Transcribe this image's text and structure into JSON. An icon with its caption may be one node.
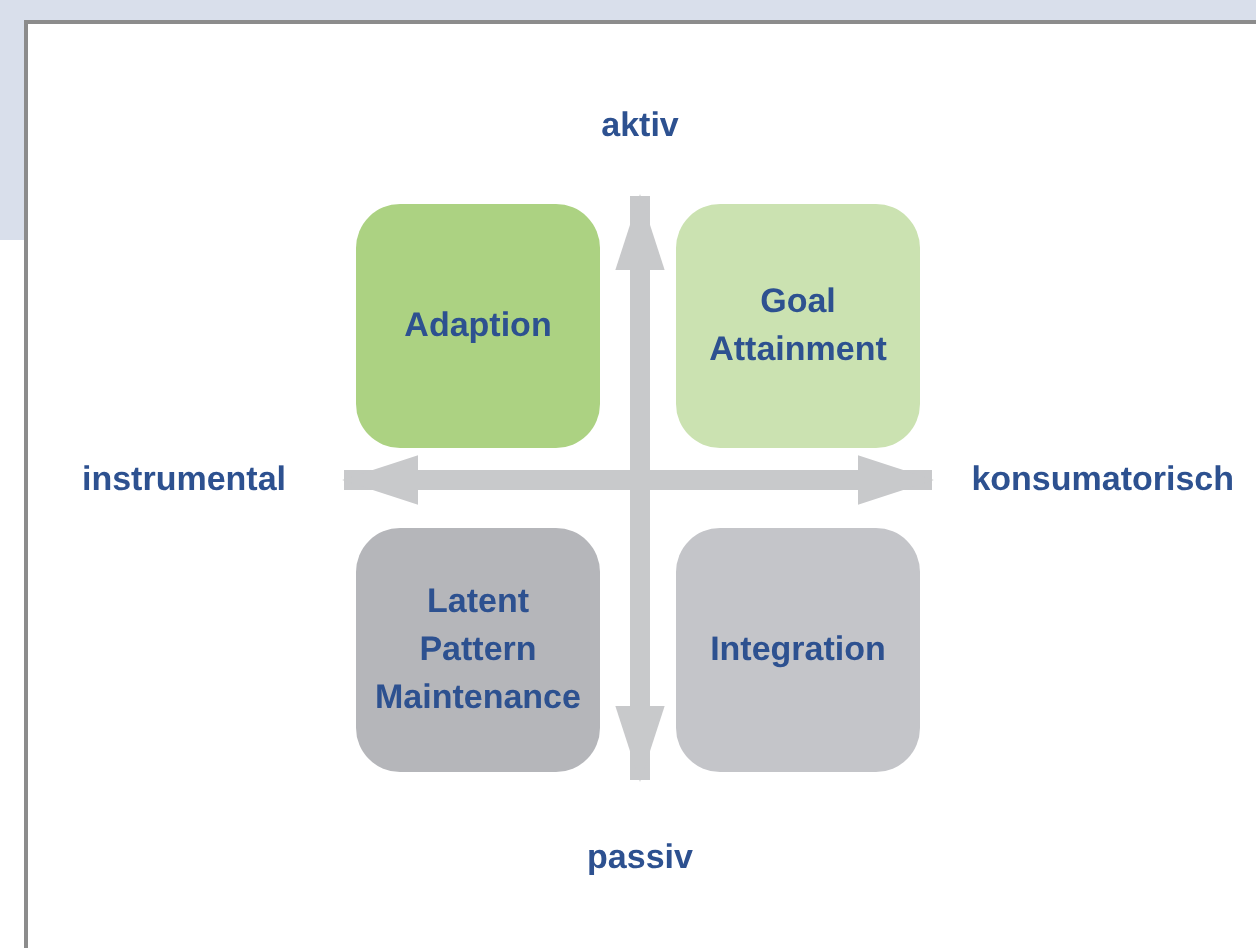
{
  "diagram": {
    "nodes": [
      {
        "text": [
          "aktiv"
        ]
      },
      {
        "text": [
          "Adaption"
        ]
      },
      {
        "text": [
          "Goal Attainment"
        ]
      },
      {
        "text": [
          "instrumental"
        ]
      },
      {
        "text": [
          "konsumatorisch"
        ]
      },
      {
        "text": [
          "Latent Pattern Maintenance"
        ]
      },
      {
        "text": [
          "Integration"
        ]
      },
      {
        "text": [
          "passiv"
        ]
      }
    ],
    "edges": [
      {
        "from": 0,
        "to": 7,
        "arrow": "both"
      },
      {
        "from": 3,
        "to": 4,
        "arrow": "both"
      }
    ]
  }
}
